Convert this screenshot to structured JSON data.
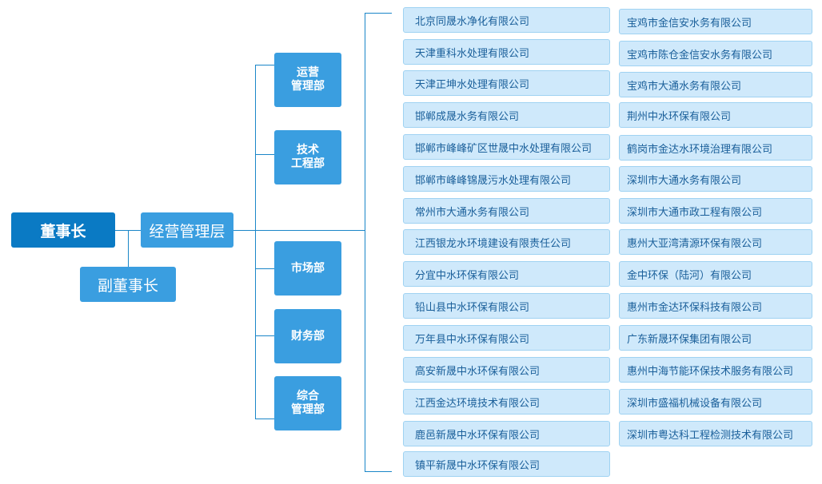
{
  "chairman": "董事长",
  "vice_chairman": "副董事长",
  "management": "经营管理层",
  "departments": [
    {
      "label": "运营\n管理部"
    },
    {
      "label": "技术\n工程部"
    },
    {
      "label": "市场部"
    },
    {
      "label": "财务部"
    },
    {
      "label": "综合\n管理部"
    }
  ],
  "companies_left": [
    "北京同晟水净化有限公司",
    "天津重科水处理有限公司",
    "天津正坤水处理有限公司",
    "邯郸成晟水务有限公司",
    "邯郸市峰峰矿区世晟中水处理有限公司",
    "邯郸市峰峰锦晟污水处理有限公司",
    "常州市大通水务有限公司",
    "江西银龙水环境建设有限责任公司",
    "分宜中水环保有限公司",
    "铅山县中水环保有限公司",
    "万年县中水环保有限公司",
    "高安新晟中水环保有限公司",
    "江西金达环境技术有限公司",
    "鹿邑新晟中水环保有限公司",
    "镇平新晟中水环保有限公司"
  ],
  "companies_right": [
    "宝鸡市金信安水务有限公司",
    "宝鸡市陈仓金信安水务有限公司",
    "宝鸡市大通水务有限公司",
    "荆州中水环保有限公司",
    "鹤岗市金达水环境治理有限公司",
    "深圳市大通水务有限公司",
    "深圳市大通市政工程有限公司",
    "惠州大亚湾清源环保有限公司",
    "金中环保（陆河）有限公司",
    "惠州市金达环保科技有限公司",
    "广东新晟环保集团有限公司",
    "惠州中海节能环保技术服务有限公司",
    "深圳市盛福机械设备有限公司",
    "深圳市粤达科工程检测技术有限公司"
  ]
}
